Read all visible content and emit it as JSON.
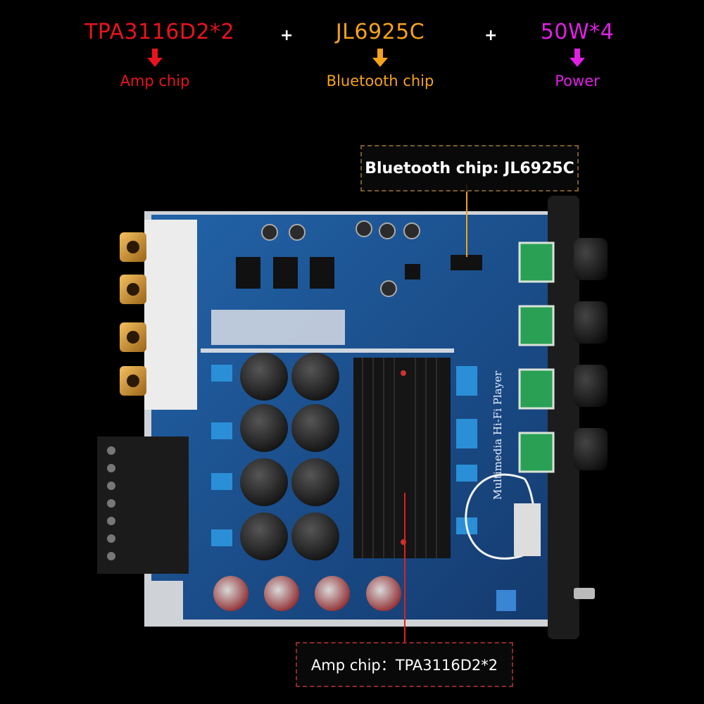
{
  "specs": [
    {
      "value": "TPA3116D2*2",
      "label": "Amp chip",
      "color": "#e8141e"
    },
    {
      "value": "JL6925C",
      "label": "Bluetooth chip",
      "color": "#f5a21b"
    },
    {
      "value": "50W*4",
      "label": "Power",
      "color": "#e020e6"
    }
  ],
  "separators": [
    "+",
    "+"
  ],
  "callouts": {
    "bluetooth": {
      "text": "Bluetooth chip: JL6925C",
      "border_color": "#7a5a2a"
    },
    "amp": {
      "text": "Amp chip：TPA3116D2*2",
      "border_color": "#8c2a2a"
    }
  },
  "board": {
    "silkscreen": "Multimedia Hi-Fi Player",
    "pcb_color": "#1b4f8f",
    "heatsink_color": "#141414",
    "knob_color": "#1a1a1a",
    "pot_color": "#2aa055"
  }
}
